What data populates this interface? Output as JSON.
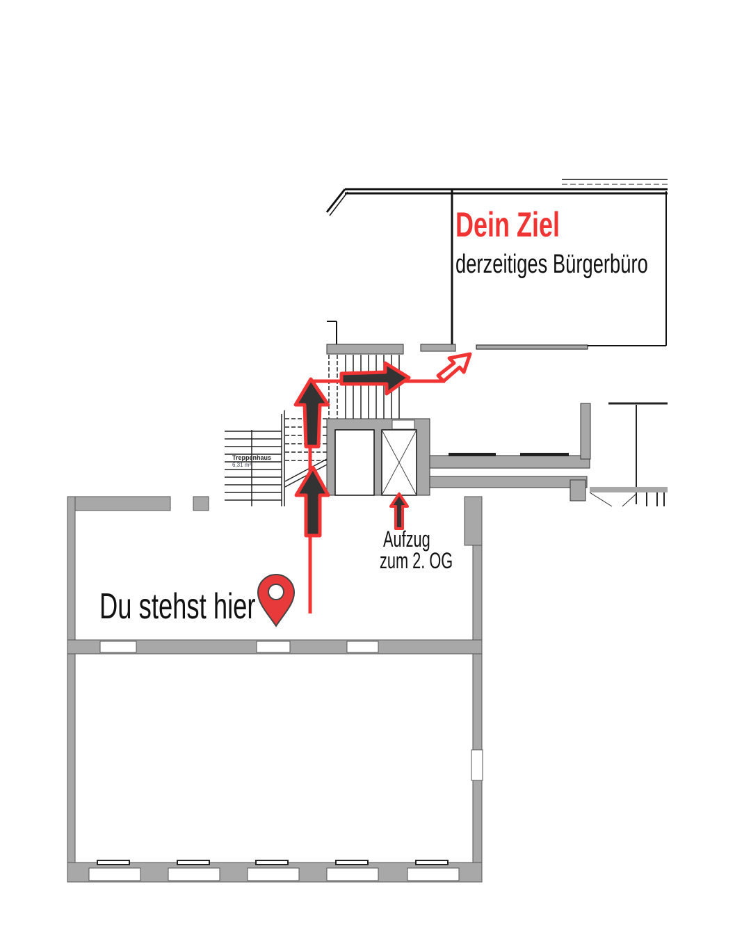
{
  "destination": {
    "title": "Dein Ziel",
    "subtitle": "derzeitiges Bürgerbüro"
  },
  "elevator": {
    "line1": "Aufzug",
    "line2": "zum 2. OG"
  },
  "you_are_here": {
    "label": "Du stehst hier"
  },
  "stairwell": {
    "name": "Treppenhaus",
    "area": "6,31 m²"
  },
  "colors": {
    "accent": "#f03333",
    "wall": "#a8a8a8",
    "arrow_fill": "#333333"
  }
}
